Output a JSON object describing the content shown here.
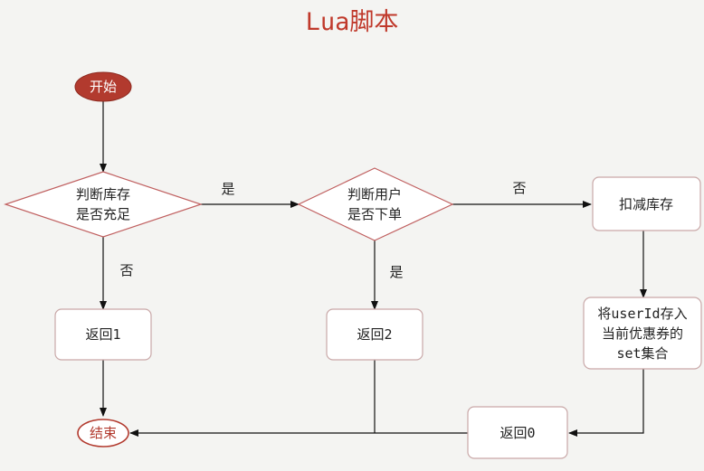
{
  "title": "Lua脚本",
  "nodes": {
    "start": "开始",
    "check_stock_line1": "判断库存",
    "check_stock_line2": "是否充足",
    "check_user_line1": "判断用户",
    "check_user_line2": "是否下单",
    "deduct_stock": "扣减库存",
    "save_user_line1": "将userId存入",
    "save_user_line2": "当前优惠券的",
    "save_user_line3": "set集合",
    "return1": "返回1",
    "return2": "返回2",
    "return0": "返回0",
    "end": "结束"
  },
  "edges": {
    "stock_yes": "是",
    "stock_no": "否",
    "user_no": "否",
    "user_yes": "是"
  },
  "colors": {
    "title": "#c0392b",
    "start_fill": "#b23a2e",
    "end_stroke": "#b23a2e"
  }
}
